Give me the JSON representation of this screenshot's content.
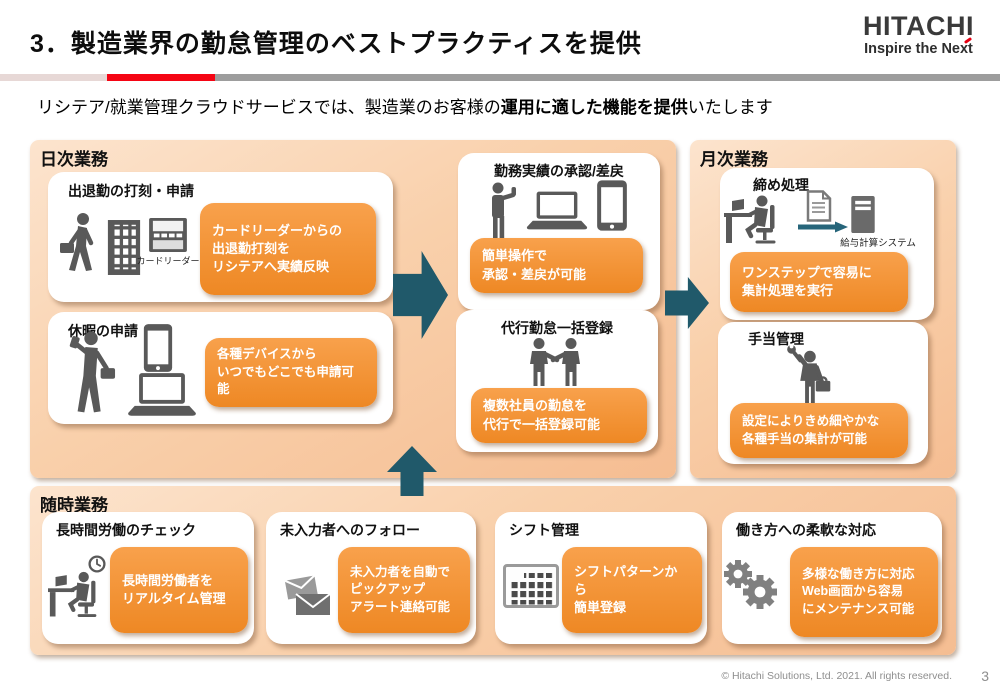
{
  "slide": {
    "title": "3．製造業界の勤怠管理のベストプラクティスを提供",
    "subtitle_pre": "リシテア/就業管理クラウドサービスでは、製造業のお客様の",
    "subtitle_bold": "運用に適した機能を提供",
    "subtitle_post": "いたします"
  },
  "logo": {
    "wordmark": "HITACHI",
    "tagline": "Inspire the Next"
  },
  "colors": {
    "callout_orange": "#EE8824",
    "panel_peach": "#F9D0AB",
    "flow_arrow_teal": "#20596A",
    "brand_red": "#E60012",
    "icon_gray": "#595959"
  },
  "sections": {
    "daily": {
      "label": "日次業務",
      "cards": [
        {
          "title": "出退勤の打刻・申請",
          "icon_caption": "カードリーダー",
          "callout": "カードリーダーからの\n出退勤打刻を\nリシテアへ実績反映"
        },
        {
          "title": "休暇の申請",
          "callout": "各種デバイスから\nいつでもどこでも申請可能"
        },
        {
          "title": "勤務実績の承認/差戻",
          "callout": "簡単操作で\n承認・差戻が可能"
        },
        {
          "title": "代行勤怠一括登録",
          "callout": "複数社員の勤怠を\n代行で一括登録可能"
        }
      ]
    },
    "monthly": {
      "label": "月次業務",
      "cards": [
        {
          "title": "締め処理",
          "icon_caption": "給与計算システム",
          "callout": "ワンステップで容易に\n集計処理を実行"
        },
        {
          "title": "手当管理",
          "callout": "設定によりきめ細やかな\n各種手当の集計が可能"
        }
      ]
    },
    "adhoc": {
      "label": "随時業務",
      "cards": [
        {
          "title": "長時間労働のチェック",
          "callout": "長時間労働者を\nリアルタイム管理"
        },
        {
          "title": "未入力者へのフォロー",
          "callout": "未入力者を自動で\nピックアップ\nアラート連絡可能"
        },
        {
          "title": "シフト管理",
          "callout": "シフトパターンから\n簡単登録"
        },
        {
          "title": "働き方への柔軟な対応",
          "callout": "多様な働き方に対応\nWeb画面から容易\nにメンテナンス可能"
        }
      ]
    }
  },
  "footer": {
    "copyright": "© Hitachi Solutions, Ltd. 2021.  All rights reserved.",
    "page_number": "3"
  }
}
